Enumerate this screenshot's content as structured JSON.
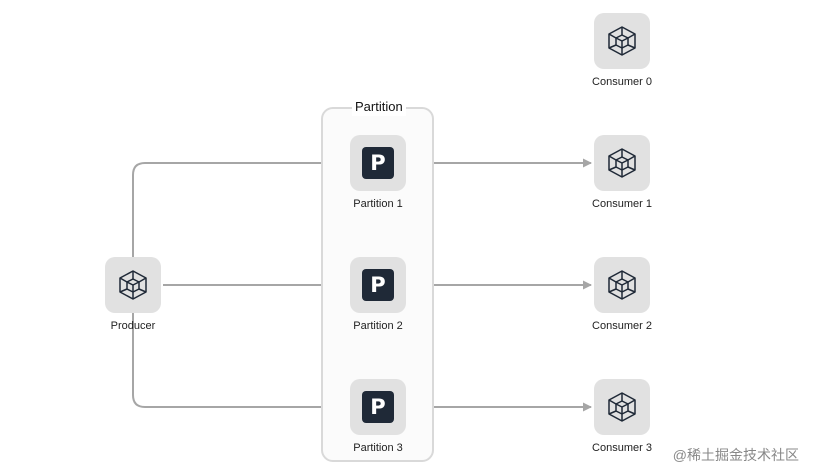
{
  "diagram": {
    "group_title": "Partition",
    "producer": {
      "label": "Producer",
      "icon": "cube-icon"
    },
    "partitions": [
      {
        "label": "Partition 1",
        "badge": "P",
        "icon": "partition-icon"
      },
      {
        "label": "Partition 2",
        "badge": "P",
        "icon": "partition-icon"
      },
      {
        "label": "Partition 3",
        "badge": "P",
        "icon": "partition-icon"
      }
    ],
    "consumers": [
      {
        "label": "Consumer 0",
        "icon": "cube-icon"
      },
      {
        "label": "Consumer 1",
        "icon": "cube-icon"
      },
      {
        "label": "Consumer 2",
        "icon": "cube-icon"
      },
      {
        "label": "Consumer 3",
        "icon": "cube-icon"
      }
    ],
    "watermark": "@稀土掘金技术社区",
    "colors": {
      "arrow": "#a6a6a6",
      "icon_bg": "#e1e1e1",
      "badge_bg": "#1f2937",
      "group_border": "#d9d9d9"
    }
  }
}
